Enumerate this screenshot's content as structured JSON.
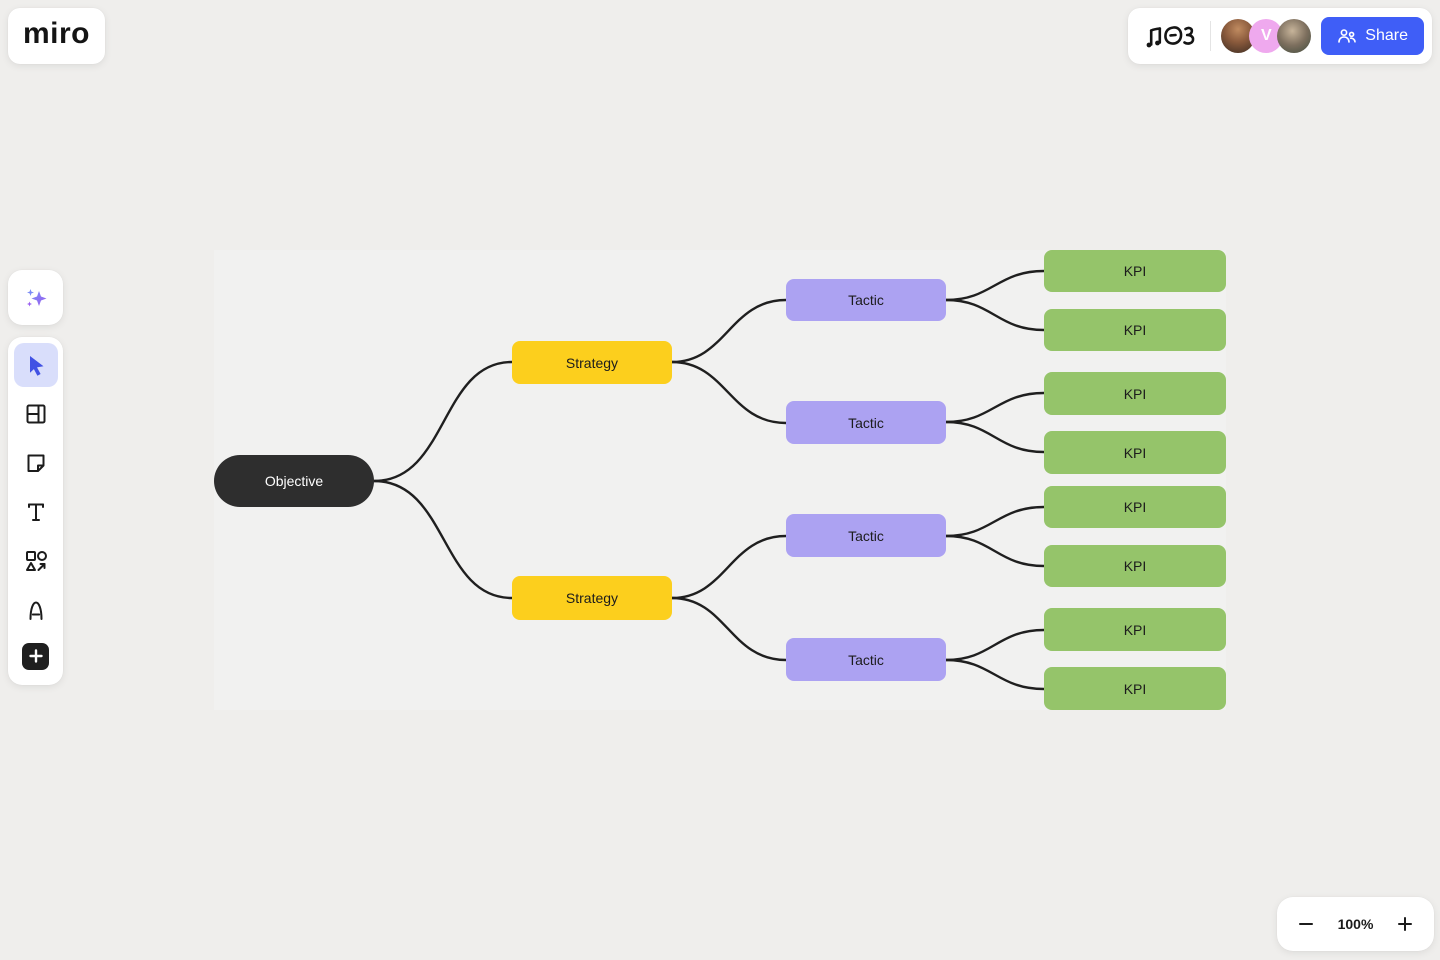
{
  "app": {
    "name": "miro"
  },
  "topbar": {
    "doodle_icon": "music-timer-doodle",
    "collaborators": [
      {
        "type": "photo",
        "label": "collaborator-photo-1"
      },
      {
        "type": "initial",
        "initial": "V",
        "color": "#efa9ee"
      },
      {
        "type": "photo",
        "label": "collaborator-photo-2"
      }
    ],
    "share": {
      "label": "Share",
      "color": "#3f5ef7"
    }
  },
  "toolbar": {
    "items": [
      {
        "name": "ai-assist",
        "icon": "sparkles-icon"
      },
      {
        "name": "select",
        "icon": "cursor-icon",
        "active": true
      },
      {
        "name": "templates",
        "icon": "layout-icon"
      },
      {
        "name": "sticky-note",
        "icon": "sticky-note-icon"
      },
      {
        "name": "text",
        "icon": "text-icon"
      },
      {
        "name": "shapes",
        "icon": "shapes-icon"
      },
      {
        "name": "pen",
        "icon": "pen-icon"
      },
      {
        "name": "add-more",
        "icon": "plus-icon"
      }
    ]
  },
  "mindmap": {
    "nodes": [
      {
        "id": "objective",
        "label": "Objective",
        "color": "#2e2e2e",
        "text_color": "#ffffff"
      },
      {
        "id": "strategy-1",
        "label": "Strategy",
        "color": "#fccf1d"
      },
      {
        "id": "strategy-2",
        "label": "Strategy",
        "color": "#fccf1d"
      },
      {
        "id": "tactic-1",
        "label": "Tactic",
        "color": "#aca2f2"
      },
      {
        "id": "tactic-2",
        "label": "Tactic",
        "color": "#aca2f2"
      },
      {
        "id": "tactic-3",
        "label": "Tactic",
        "color": "#aca2f2"
      },
      {
        "id": "tactic-4",
        "label": "Tactic",
        "color": "#aca2f2"
      },
      {
        "id": "kpi-1",
        "label": "KPI",
        "color": "#95c46a"
      },
      {
        "id": "kpi-2",
        "label": "KPI",
        "color": "#95c46a"
      },
      {
        "id": "kpi-3",
        "label": "KPI",
        "color": "#95c46a"
      },
      {
        "id": "kpi-4",
        "label": "KPI",
        "color": "#95c46a"
      },
      {
        "id": "kpi-5",
        "label": "KPI",
        "color": "#95c46a"
      },
      {
        "id": "kpi-6",
        "label": "KPI",
        "color": "#95c46a"
      },
      {
        "id": "kpi-7",
        "label": "KPI",
        "color": "#95c46a"
      },
      {
        "id": "kpi-8",
        "label": "KPI",
        "color": "#95c46a"
      }
    ],
    "connector_color": "#1f1f1f"
  },
  "zoom_controls": {
    "zoom_out": "−",
    "level": "100%",
    "zoom_in": "+"
  }
}
